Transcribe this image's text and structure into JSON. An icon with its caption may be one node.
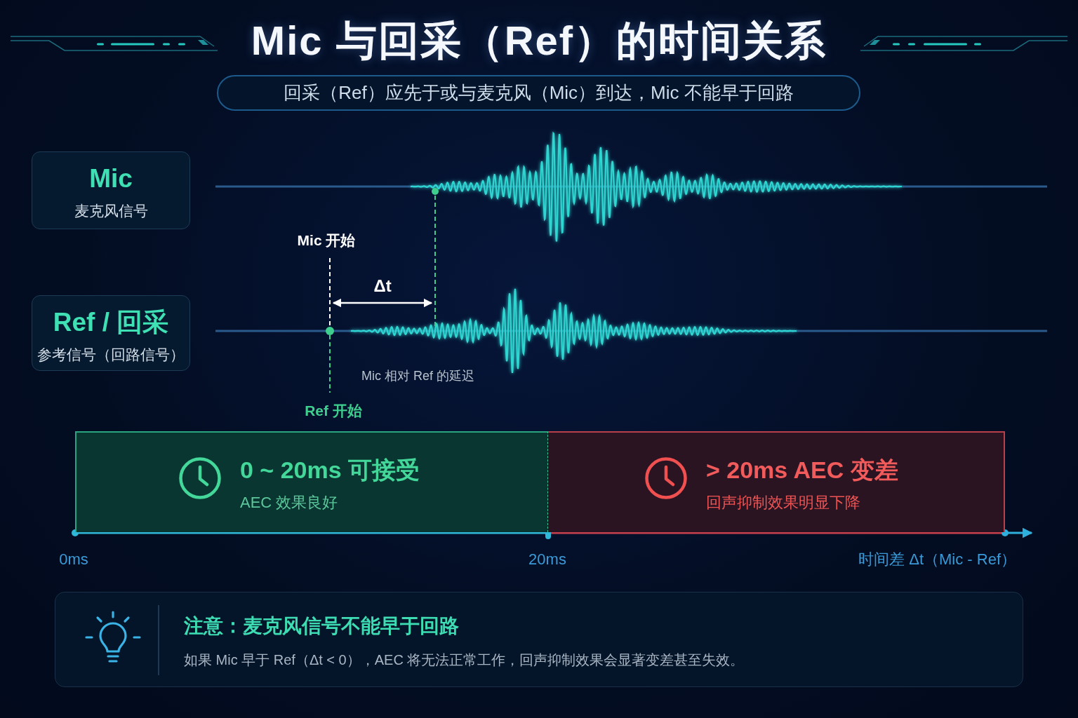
{
  "diagram": {
    "title": "Mic 与回采（Ref）的时间关系",
    "nodes": [
      {
        "text": [
          "Mic",
          "麦克风信号"
        ]
      },
      {
        "text": [
          "Ref / 回采",
          "参考信号（回路信号）"
        ]
      },
      {
        "text": [
          "回采（Ref）应先于或与麦克风（Mic）到达，Mic 不能早于回路"
        ]
      },
      {
        "text": [
          "0 ~ 20ms 可接受",
          "AEC 效果良好"
        ]
      },
      {
        "text": [
          "> 20ms AEC 变差",
          "回声抑制效果明显下降"
        ]
      },
      {
        "text": [
          "注意：麦克风信号不能早于回路",
          "如果 Mic 早于 Ref（Δt < 0），AEC 将无法正常工作，回声抑制效果会显著变差甚至失效。"
        ]
      }
    ],
    "labels": [
      "Mic 开始",
      "Δt",
      "Mic 相对 Ref 的延迟",
      "Ref 开始",
      "0ms",
      "20ms",
      "时间差 Δt（Mic - Ref）"
    ]
  }
}
